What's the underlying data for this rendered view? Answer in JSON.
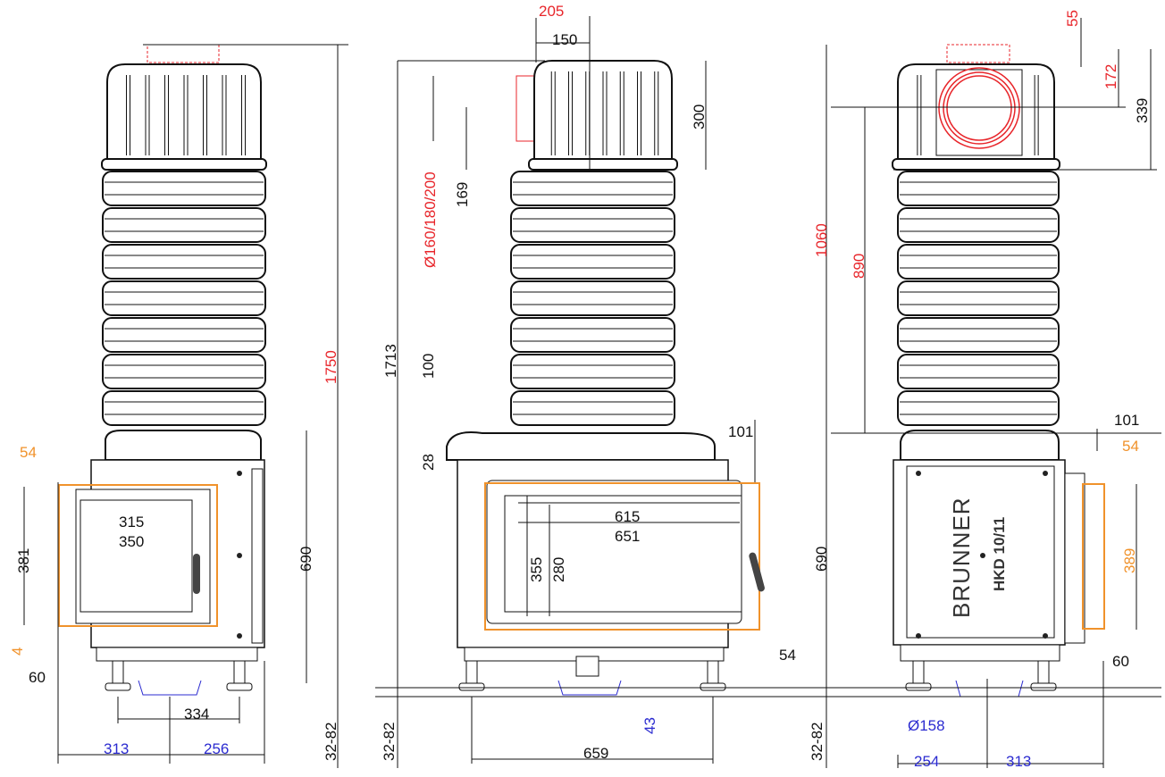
{
  "colors": {
    "red": "#e8262b",
    "orange": "#f0922b",
    "blue": "#2b2bd0",
    "line": "#111111"
  },
  "front_view": {
    "dims": {
      "total_height": "1750",
      "box_height": "690",
      "feet": "32-82",
      "door_offset": "54",
      "door_height": "381",
      "door_bottom": "4",
      "rear_offset": "60",
      "glass_inner": "315",
      "glass_outer": "350",
      "feet_spacing": "334",
      "left_to_center": "313",
      "center_to_right": "256"
    }
  },
  "side_view": {
    "dims": {
      "flue_offset_outer": "205",
      "flue_offset": "150",
      "cap_height": "300",
      "flue_diameters": "Ø160/180/200",
      "flue_center": "169",
      "total_height": "1713",
      "rib_pitch": "100",
      "base_gap": "28",
      "door_projection": "101",
      "glass_inner": "615",
      "glass_outer": "651",
      "door_height": "355",
      "glass_height": "280",
      "bottom_offset": "54",
      "feet": "32-82",
      "air_inlet": "43",
      "depth": "659"
    }
  },
  "rear_view": {
    "brand": "BRUNNER",
    "model": "HKD 10/11",
    "dims": {
      "top_offset": "55",
      "flue_center_top": "172",
      "flue_center_cap": "339",
      "flue_height": "1060",
      "flue_center_height": "890",
      "door_projection": "101",
      "door_offset": "54",
      "door_height": "389",
      "box_height": "690",
      "rear_offset": "60",
      "air_diameter": "Ø158",
      "feet": "32-82",
      "left_to_center": "254",
      "center_to_right": "313"
    }
  }
}
